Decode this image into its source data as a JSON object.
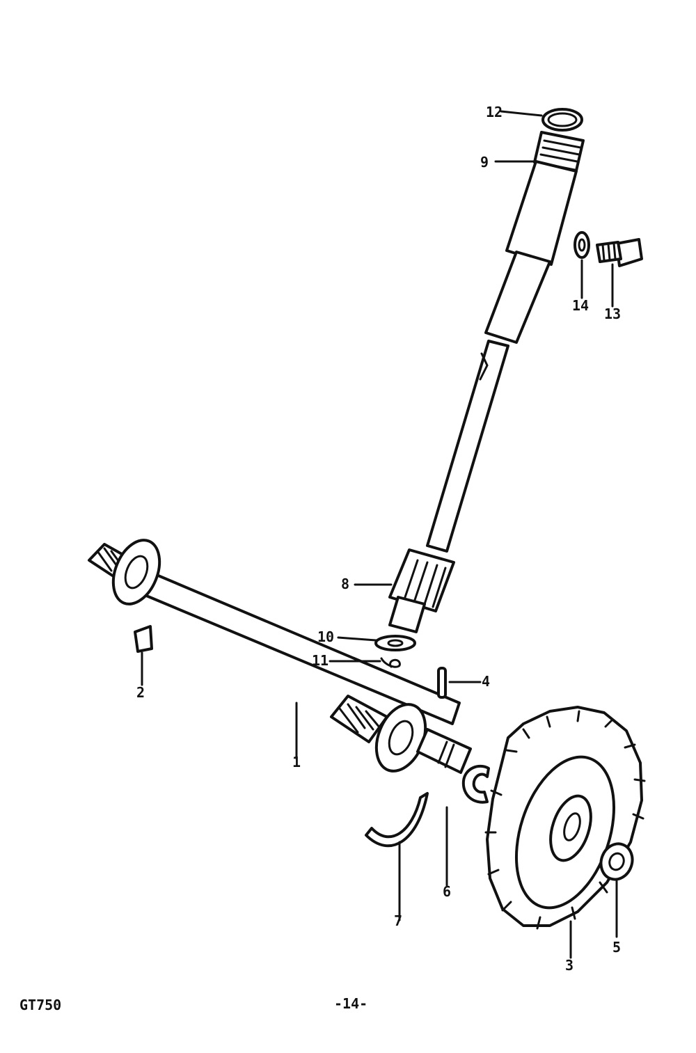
{
  "diagram": {
    "callouts": {
      "c1": "1",
      "c2": "2",
      "c3": "3",
      "c4": "4",
      "c5": "5",
      "c6": "6",
      "c7": "7",
      "c8": "8",
      "c9": "9",
      "c10": "10",
      "c11": "11",
      "c12": "12",
      "c13": "13",
      "c14": "14"
    }
  },
  "footer": {
    "model": "GT750",
    "page_number": "-14-"
  },
  "colors": {
    "ink": "#111111",
    "paper": "#ffffff"
  }
}
